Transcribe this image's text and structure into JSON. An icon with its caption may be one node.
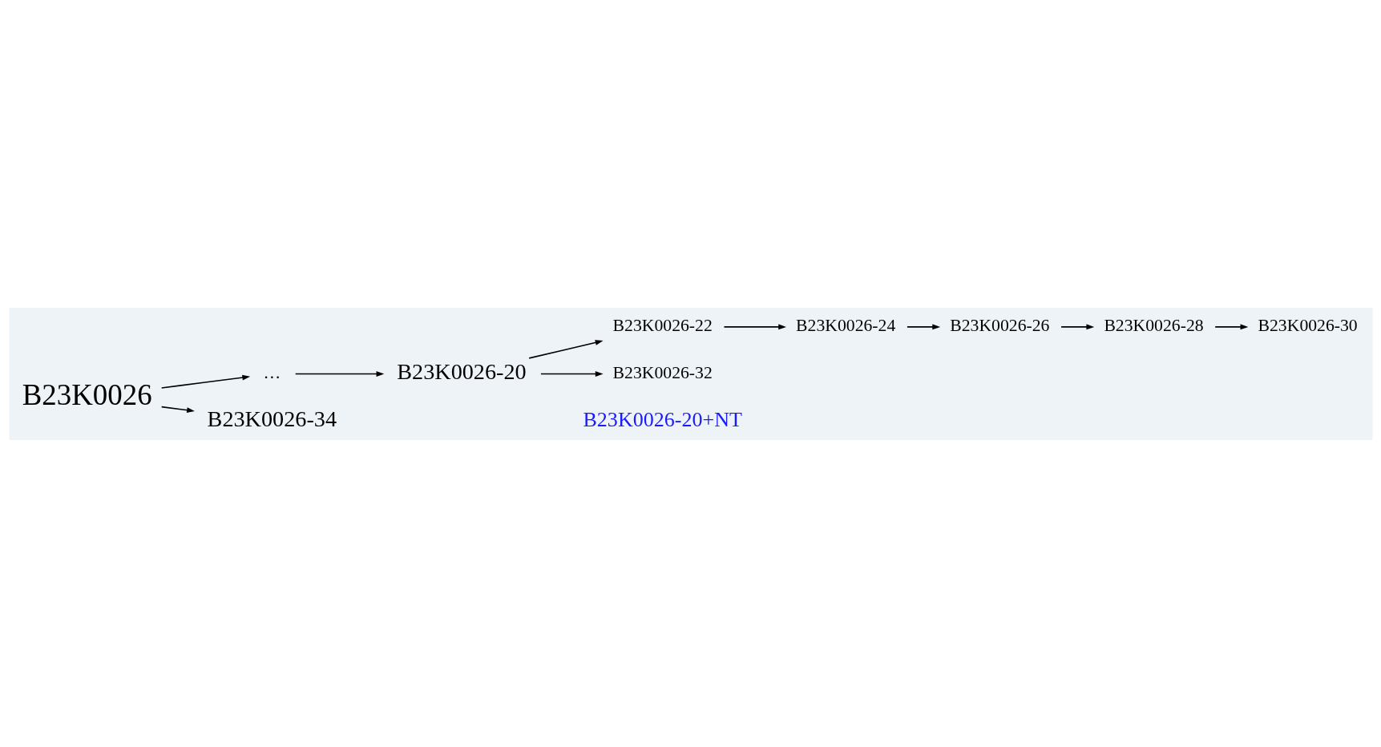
{
  "diagram": {
    "nodes": [
      {
        "text": [
          "B23K0026"
        ]
      },
      {
        "text": [
          "…"
        ]
      },
      {
        "text": [
          "B23K0026-20"
        ]
      },
      {
        "text": [
          "B23K0026-22"
        ]
      },
      {
        "text": [
          "B23K0026-24"
        ]
      },
      {
        "text": [
          "B23K0026-26"
        ]
      },
      {
        "text": [
          "B23K0026-28"
        ]
      },
      {
        "text": [
          "B23K0026-30"
        ]
      },
      {
        "text": [
          "B23K0026-32"
        ]
      },
      {
        "text": [
          "B23K0026-34"
        ]
      }
    ],
    "edges": [
      {
        "from": 0,
        "to": 1,
        "arrow": "to"
      },
      {
        "from": 1,
        "to": 2,
        "arrow": "to"
      },
      {
        "from": 2,
        "to": 3,
        "arrow": "to"
      },
      {
        "from": 3,
        "to": 4,
        "arrow": "to"
      },
      {
        "from": 4,
        "to": 5,
        "arrow": "to"
      },
      {
        "from": 5,
        "to": 6,
        "arrow": "to"
      },
      {
        "from": 6,
        "to": 7,
        "arrow": "to"
      },
      {
        "from": 2,
        "to": 8,
        "arrow": "to"
      },
      {
        "from": 0,
        "to": 9,
        "arrow": "to"
      }
    ],
    "labels": [
      "B23K0026-20+NT"
    ]
  }
}
